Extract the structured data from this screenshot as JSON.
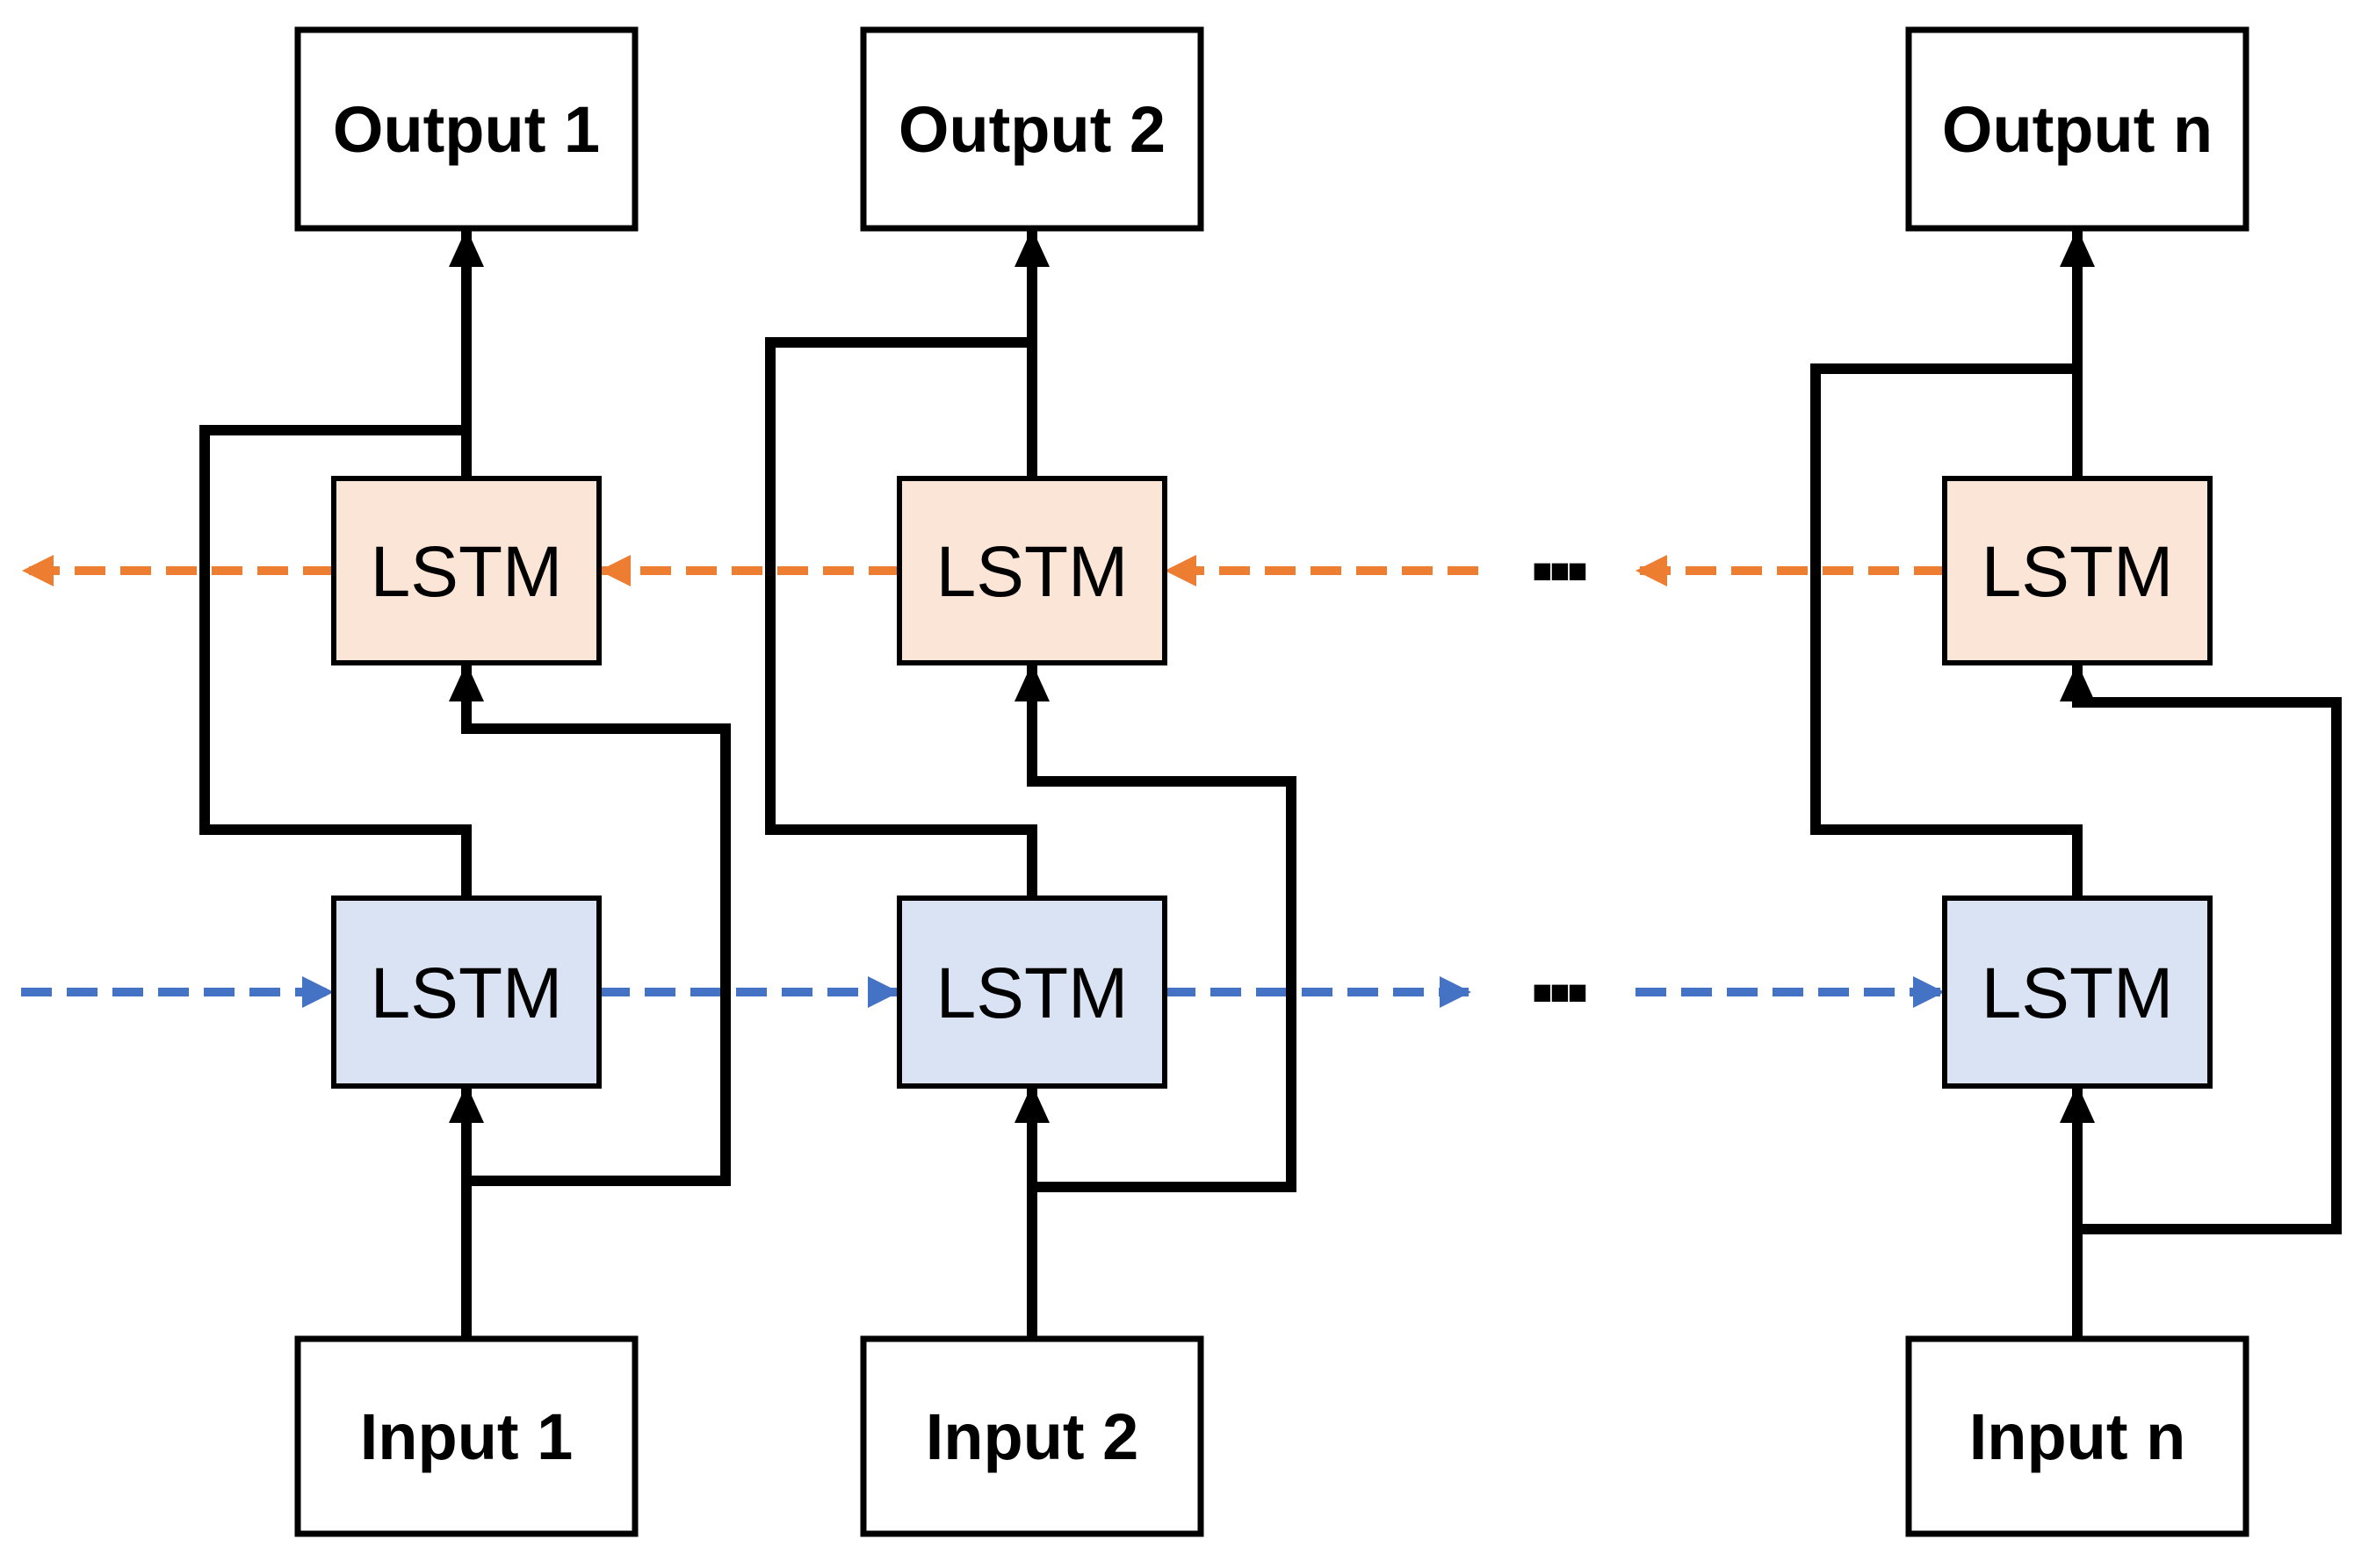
{
  "colors": {
    "background": "#ffffff",
    "line": "#000000",
    "text": "#000000",
    "forward_accent": "#4472c4",
    "backward_accent": "#ed7d31",
    "forward_fill": "#dae3f3",
    "backward_fill": "#fbe5d6",
    "io_fill": "#ffffff"
  },
  "columns": [
    {
      "index": "1",
      "output": "Output 1",
      "input": "Input 1",
      "forward_lstm": "LSTM",
      "backward_lstm": "LSTM"
    },
    {
      "index": "2",
      "output": "Output 2",
      "input": "Input 2",
      "forward_lstm": "LSTM",
      "backward_lstm": "LSTM"
    },
    {
      "index": "n",
      "output": "Output n",
      "input": "Input n",
      "forward_lstm": "LSTM",
      "backward_lstm": "LSTM"
    }
  ],
  "ellipsis": {
    "forward_row": "...",
    "backward_row": "..."
  }
}
